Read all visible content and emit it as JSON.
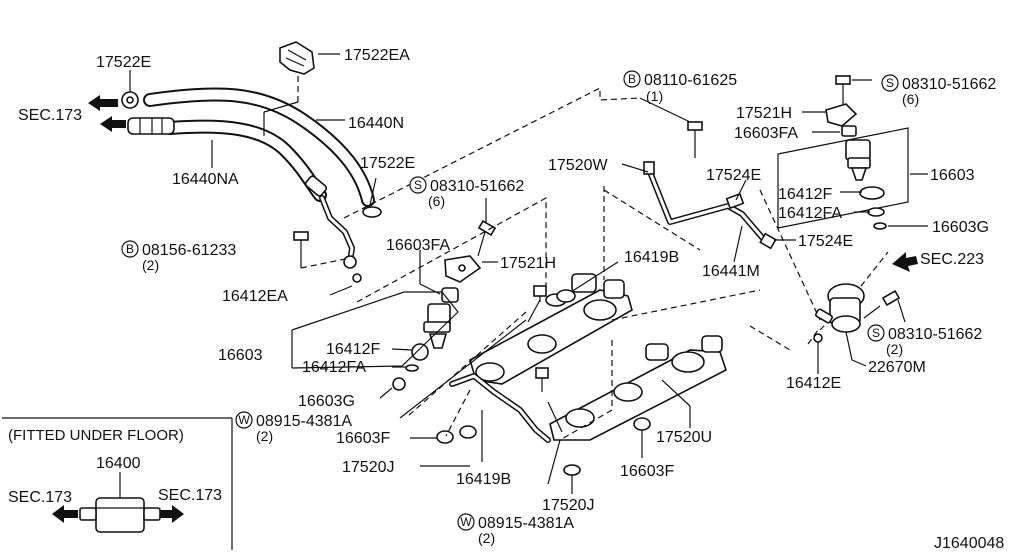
{
  "labels": {
    "p17522E_top": "17522E",
    "p17522EA": "17522EA",
    "sec173_top": "SEC.173",
    "p16440N": "16440N",
    "p16440NA": "16440NA",
    "p17522E_mid": "17522E",
    "p08310_left": "08310-51662",
    "p08310_left_qty": "(6)",
    "p08156": "08156-61233",
    "p08156_qty": "(2)",
    "p16603FA_left": "16603FA",
    "p17521H_left": "17521H",
    "p16412EA": "16412EA",
    "p16603_left": "16603",
    "p16412F_left": "16412F",
    "p16412FA_left": "16412FA",
    "p16603G_left": "16603G",
    "p08915_top": "08915-4381A",
    "p08915_top_qty": "(2)",
    "p16603F_left": "16603F",
    "p17520J_left": "17520J",
    "p16419B_bottom": "16419B",
    "p17520J_bottom": "17520J",
    "p08915_bottom": "08915-4381A",
    "p08915_bottom_qty": "(2)",
    "p16603F_bottom": "16603F",
    "p17520U": "17520U",
    "p16419B_top": "16419B",
    "p08110": "08110-61625",
    "p08110_qty": "(1)",
    "p17520W": "17520W",
    "p17524E_top": "17524E",
    "p17524E_low": "17524E",
    "p16441M": "16441M",
    "p08310_right_top": "08310-51662",
    "p08310_right_top_qty": "(6)",
    "p17521H_right": "17521H",
    "p16603FA_right": "16603FA",
    "p16603_right": "16603",
    "p16412F_right": "16412F",
    "p16412FA_right": "16412FA",
    "p16603G_right": "16603G",
    "sec223": "SEC.223",
    "p08310_right_bot": "08310-51662",
    "p08310_right_bot_qty": "(2)",
    "p22670M": "22670M",
    "p16412E": "16412E",
    "fitted_under_floor": "(FITTED UNDER FLOOR)",
    "p16400": "16400",
    "sec173_left": "SEC.173",
    "sec173_right": "SEC.173",
    "diagram_code": "J1640048"
  },
  "prefix_letters": {
    "bolt_b": "B",
    "screw_s": "S",
    "washer_w": "W"
  }
}
